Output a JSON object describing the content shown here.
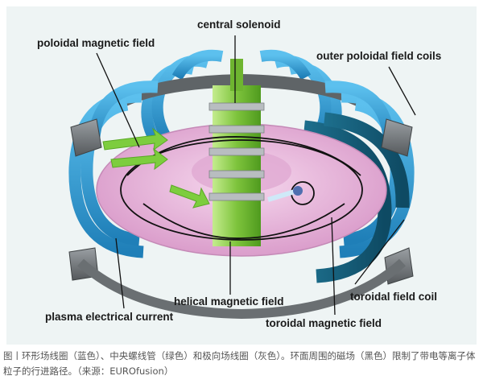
{
  "labels": {
    "central_solenoid": "central solenoid",
    "poloidal_field": "poloidal magnetic field",
    "outer_coils": "outer poloidal field coils",
    "plasma_current": "plasma electrical current",
    "helical_field": "helical magnetic field",
    "toroidal_field": "toroidal magnetic field",
    "toroidal_coil": "toroidal field coil"
  },
  "caption": "图丨环形场线圈（蓝色）、中央螺线管（绿色）和极向场线圈（灰色）。环面周围的磁场（黑色）限制了带电等离子体粒子的行进路径。（来源：EUROfusion）",
  "colors": {
    "background": "#eef4f4",
    "plasma": "#e9b6dc",
    "coil_blue": "#3ea6de",
    "solenoid_green": "#8ed24a",
    "coil_gray": "#7a7f83"
  }
}
